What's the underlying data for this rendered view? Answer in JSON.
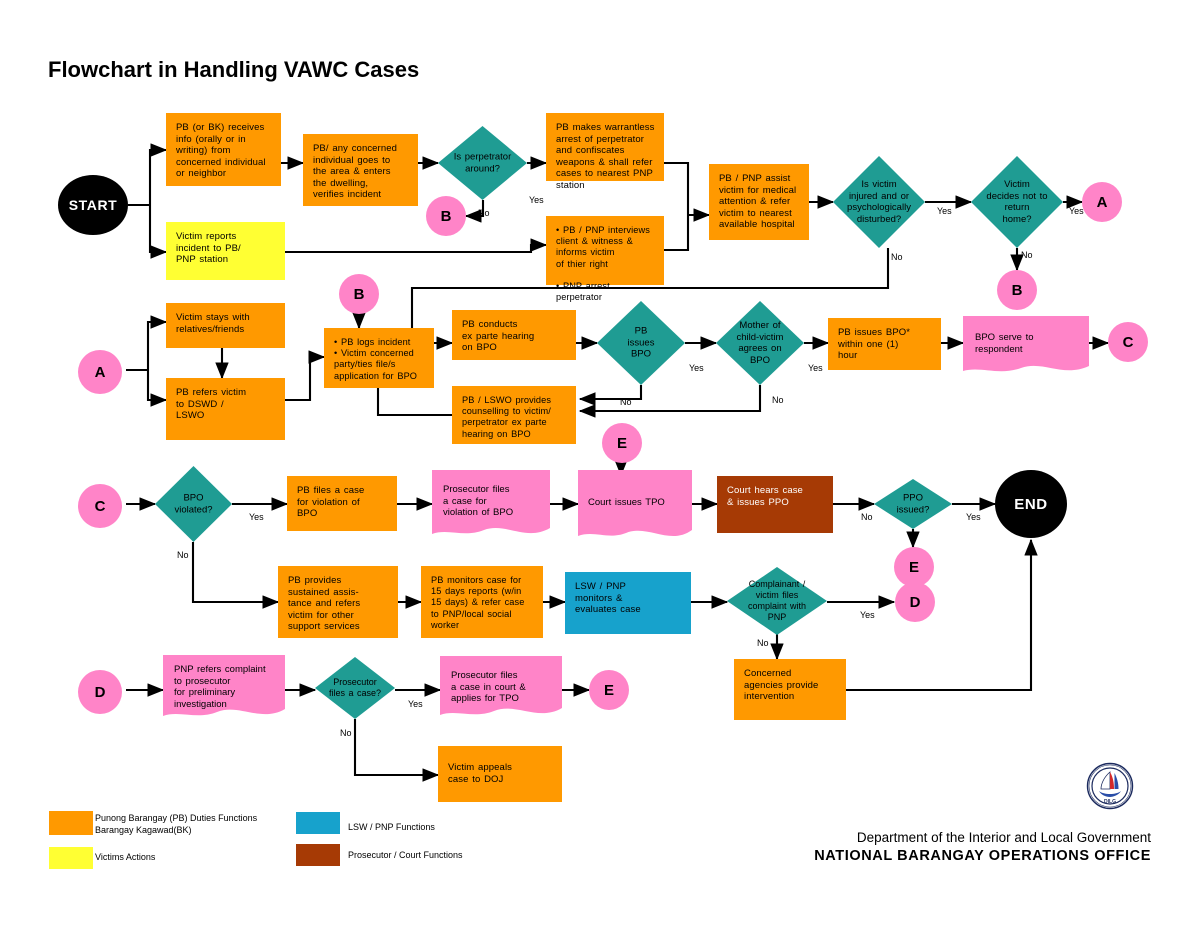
{
  "title": "Flowchart in Handling VAWC Cases",
  "footer": {
    "department": "Department of the Interior and Local Government",
    "office": "NATIONAL BARANGAY OPERATIONS OFFICE",
    "seal_icon": "dilg-seal-icon"
  },
  "legend": {
    "items": [
      {
        "color": "#FF9900",
        "label": "Punong Barangay (PB) Duties Functions\nBarangay Kagawad(BK)"
      },
      {
        "color": "#FFFF33",
        "label": "Victims Actions"
      },
      {
        "color": "#17A2CC",
        "label": "LSW / PNP Functions"
      },
      {
        "color": "#A63A05",
        "label": "Prosecutor / Court Functions"
      }
    ]
  },
  "colors": {
    "process": "#FF9900",
    "victim": "#FFFF33",
    "decision": "#1F9C93",
    "lsw_pnp": "#17A2CC",
    "prosecutor_court": "#A63A05",
    "document": "#FF84C8",
    "connector": "#FF84C8",
    "terminator": "#000000"
  },
  "nodes": {
    "start": "START",
    "end": "END",
    "pb_receives_info": "PB (or BK)  receives\ninfo (orally or in\nwriting) from\nconcerned individual\nor neighbor",
    "victim_reports": "Victim reports\nincident to PB/\nPNP station",
    "pb_goes_area": "PB/ any concerned\nindividual goes to\nthe area & enters\nthe dwelling,\nverifies incident",
    "is_perpetrator_around": "Is perpetrator\naround?",
    "warrantless_arrest": "PB makes warrantless\narrest of perpetrator\nand confiscates\nweapons & shall refer\ncases to nearest PNP\nstation",
    "pb_pnp_interviews": "• PB / PNP interviews\n   client & witness &\n   informs victim\n   of thier right\n\n• PNP arrest perpetrator",
    "assist_victim_medical": "PB / PNP assist\nvictim for medical\nattention & refer\nvictim to nearest\navailable hospital",
    "is_victim_injured": "Is victim\ninjured and or\npsychologically\ndisturbed?",
    "victim_decides_not_return": "Victim\ndecides not to\nreturn\nhome?",
    "victim_stays_relatives": "Victim stays with\nrelatives/friends",
    "pb_refers_dswd": "PB refers victim\nto DSWD /\nLSWO",
    "pb_logs_incident": "•  PB logs incident\n•  Victim concerned\n    party/ties file/s\n    application for BPO",
    "pb_conducts_hearing": "PB conducts\nex parte hearing\non BPO",
    "pb_lswo_counselling": "PB / LSWO provides\ncounselling to victim/\nperpetrator ex parte\nhearing on BPO",
    "pb_issues_bpo_dec": "PB\nissues\nBPO",
    "mother_agrees": "Mother of\nchild-victim\nagrees on\nBPO",
    "pb_issues_bpo_hour": "PB issues BPO*\nwithin one (1)\nhour",
    "bpo_serve": "BPO serve to\nrespondent",
    "bpo_violated": "BPO\nviolated?",
    "pb_files_case": "PB files a case\nfor violation of\nBPO",
    "prosecutor_files_violation": "Prosecutor files\na case for\nviolation of BPO",
    "court_issues_tpo": "Court issues TPO",
    "court_hears_case": "Court hears case\n& issues PPO",
    "ppo_issued": "PPO\nissued?",
    "pb_sustained_assistance": "PB provides\nsustained assis-\ntance and refers\nvictim for other\nsupport services",
    "pb_monitors_case": "PB monitors case for\n15 days reports (w/in\n15 days) & refer case\nto PNP/local social\nworker",
    "lsw_pnp_monitors": "LSW / PNP\nmonitors &\nevaluates case",
    "complainant_files": "Complainant /\nvictim files\ncomplaint with\nPNP",
    "concerned_agencies": "Concerned\nagencies provide\nintervention",
    "pnp_refers_prosecutor": "PNP refers complaint\nto prosecutor\nfor preliminary\ninvestigation",
    "prosecutor_files_case_q": "Prosecutor\nfiles a case?",
    "prosecutor_files_court": "Prosecutor files\na case in court &\napplies for TPO",
    "victim_appeals_doj": "Victim appeals\ncase to DOJ"
  },
  "connectors": {
    "a1": "A",
    "a2": "A",
    "b1": "B",
    "b2": "B",
    "b3": "B",
    "c1": "C",
    "c2": "C",
    "d1": "D",
    "d2": "D",
    "e1": "E",
    "e2": "E",
    "e3": "E"
  },
  "edge_labels": {
    "perp_yes": "Yes",
    "perp_no": "No",
    "injured_yes": "Yes",
    "injured_no": "No",
    "return_yes": "Yes",
    "return_no": "No",
    "bpo_yes": "Yes",
    "bpo_no": "No",
    "mother_yes": "Yes",
    "mother_no": "No",
    "violated_yes": "Yes",
    "violated_no": "No",
    "ppo_no": "No",
    "ppo_yes": "Yes",
    "complaint_yes": "Yes",
    "complaint_no": "No",
    "prosecutor_yes": "Yes",
    "prosecutor_no": "No"
  }
}
